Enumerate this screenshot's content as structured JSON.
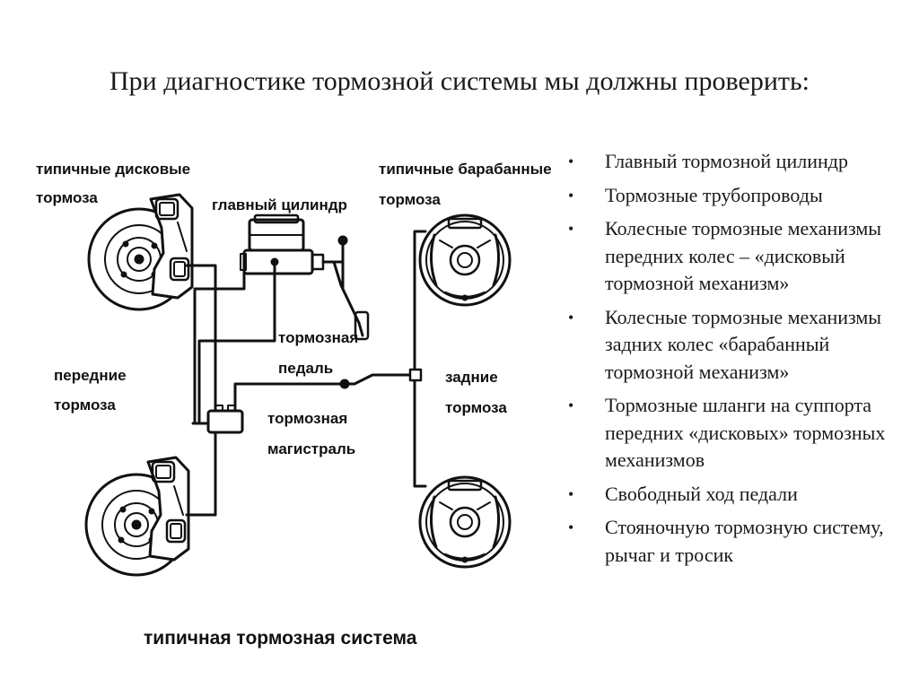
{
  "title": "При диагностике тормозной системы мы должны проверить:",
  "diagram": {
    "labels": {
      "disc_brakes_line1": "типичные дисковые",
      "disc_brakes_line2": "тормоза",
      "master_cylinder": "главный цилиндр",
      "drum_brakes_line1": "типичные барабанные",
      "drum_brakes_line2": "тормоза",
      "brake_pedal_line1": "тормозная",
      "brake_pedal_line2": "педаль",
      "front_brakes_line1": "передние",
      "front_brakes_line2": "тормоза",
      "rear_brakes_line1": "задние",
      "rear_brakes_line2": "тормоза",
      "brake_line_line1": "тормозная",
      "brake_line_line2": "магистраль"
    },
    "caption": "типичная тормозная система"
  },
  "checklist": {
    "bullet": "•",
    "items": [
      "Главный тормозной цилиндр",
      "Тормозные трубопроводы",
      "Колесные тормозные механизмы передних колес – «дисковый тормозной механизм»",
      "Колесные тормозные механизмы задних колес «барабанный тормозной механизм»",
      "Тормозные шланги на суппорта передних «дисковых» тормозных механизмов",
      "Свободный ход педали",
      "Стояночную тормозную систему, рычаг и тросик"
    ]
  }
}
